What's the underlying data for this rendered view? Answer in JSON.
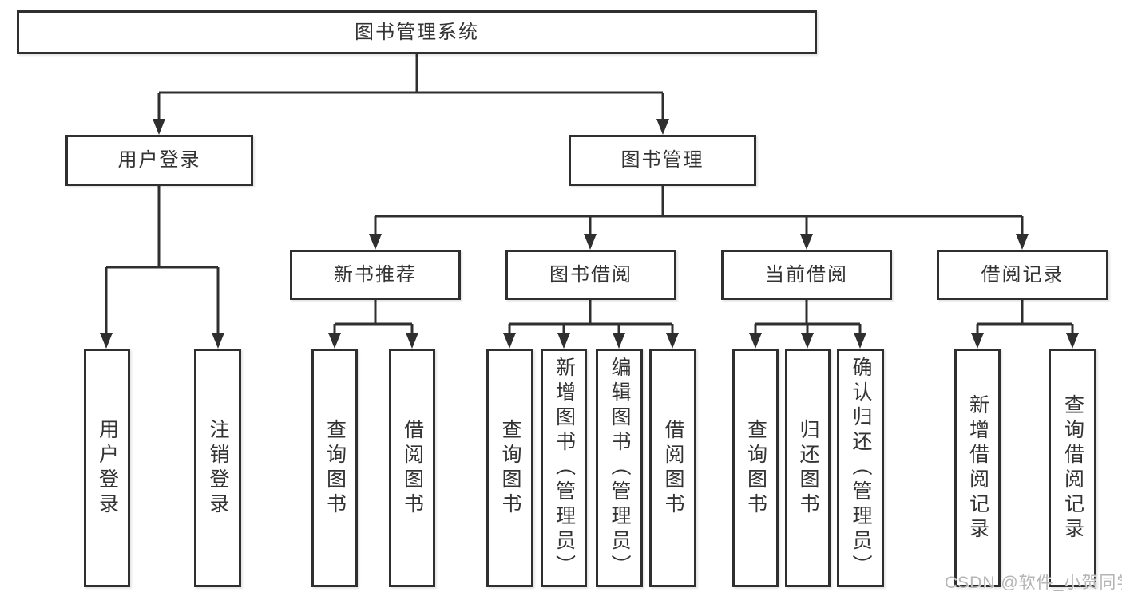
{
  "diagram": {
    "kind": "hierarchy-diagram",
    "colors": {
      "line": "#2f2f2f",
      "box_border": "#2f2f2f",
      "text": "#333333",
      "background": "#ffffff",
      "watermark": "#b5b5b5"
    },
    "tree": {
      "root": {
        "label": "图书管理系统"
      },
      "branches": [
        {
          "label": "用户登录",
          "children": [
            {
              "label": "用户登录"
            },
            {
              "label": "注销登录"
            }
          ]
        },
        {
          "label": "图书管理",
          "groups": [
            {
              "label": "新书推荐",
              "children": [
                {
                  "label": "查询图书"
                },
                {
                  "label": "借阅图书"
                }
              ]
            },
            {
              "label": "图书借阅",
              "children": [
                {
                  "label": "查询图书"
                },
                {
                  "label": "新增图书（管理员）"
                },
                {
                  "label": "编辑图书（管理员）"
                },
                {
                  "label": "借阅图书"
                }
              ]
            },
            {
              "label": "当前借阅",
              "children": [
                {
                  "label": "查询图书"
                },
                {
                  "label": "归还图书"
                },
                {
                  "label": "确认归还（管理员）"
                }
              ]
            },
            {
              "label": "借阅记录",
              "children": [
                {
                  "label": "新增借阅记录"
                },
                {
                  "label": "查询借阅记录"
                }
              ]
            }
          ]
        }
      ]
    },
    "watermark": {
      "text": "CSDN @软件_小贺同学"
    }
  }
}
